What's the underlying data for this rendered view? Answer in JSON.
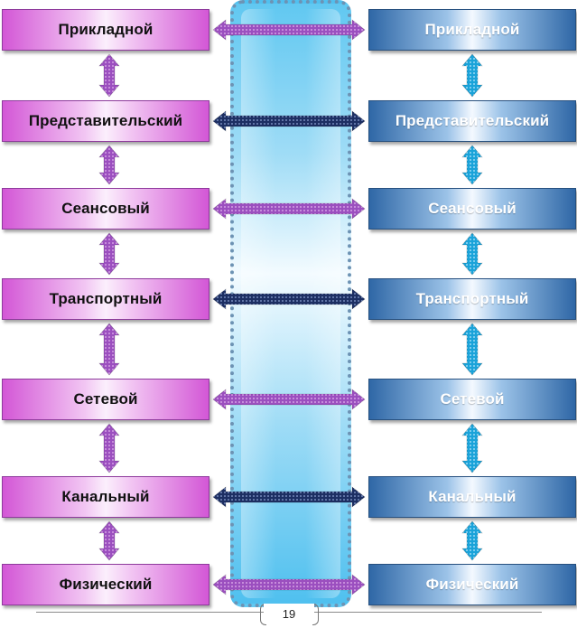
{
  "diagram": {
    "left_stack": {
      "layers": [
        "Прикладной",
        "Представительский",
        "Сеансовый",
        "Транспортный",
        "Сетевой",
        "Канальный",
        "Физический"
      ]
    },
    "right_stack": {
      "layers": [
        "Прикладной",
        "Представительский",
        "Сеансовый",
        "Транспортный",
        "Сетевой",
        "Канальный",
        "Физический"
      ]
    },
    "colors": {
      "left_fill": "#d357d6",
      "right_fill": "#2f67a6",
      "column_fill": "#61c8f1",
      "arrow_purple": "#9b4fbf",
      "arrow_navy": "#1d2f63",
      "arrow_cyan": "#1aa3d9"
    }
  },
  "footer": {
    "page_number": "19"
  }
}
